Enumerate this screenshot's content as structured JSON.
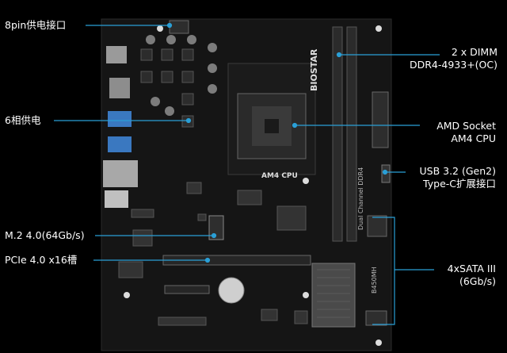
{
  "callouts": {
    "power_8pin": "8pin供电接口",
    "vrm": "6相供电",
    "m2": "M.2 4.0(64Gb/s)",
    "pcie": "PCIe 4.0 x16槽",
    "dimm_line1": "2 x DIMM",
    "dimm_line2": "DDR4-4933+(OC)",
    "socket_line1": "AMD Socket",
    "socket_line2": "AM4 CPU",
    "usb_line1": "USB 3.2 (Gen2)",
    "usb_line2": "Type-C扩展接口",
    "sata_line1": "4xSATA III",
    "sata_line2": "(6Gb/s)"
  },
  "board_text": {
    "brand": "BIOSTAR",
    "socket_mark": "AM4 CPU",
    "dual_channel": "Dual Channel DDR4",
    "model": "B450MH"
  },
  "colors": {
    "accent_line": "#2a9fd6",
    "pcb": "#151515"
  }
}
